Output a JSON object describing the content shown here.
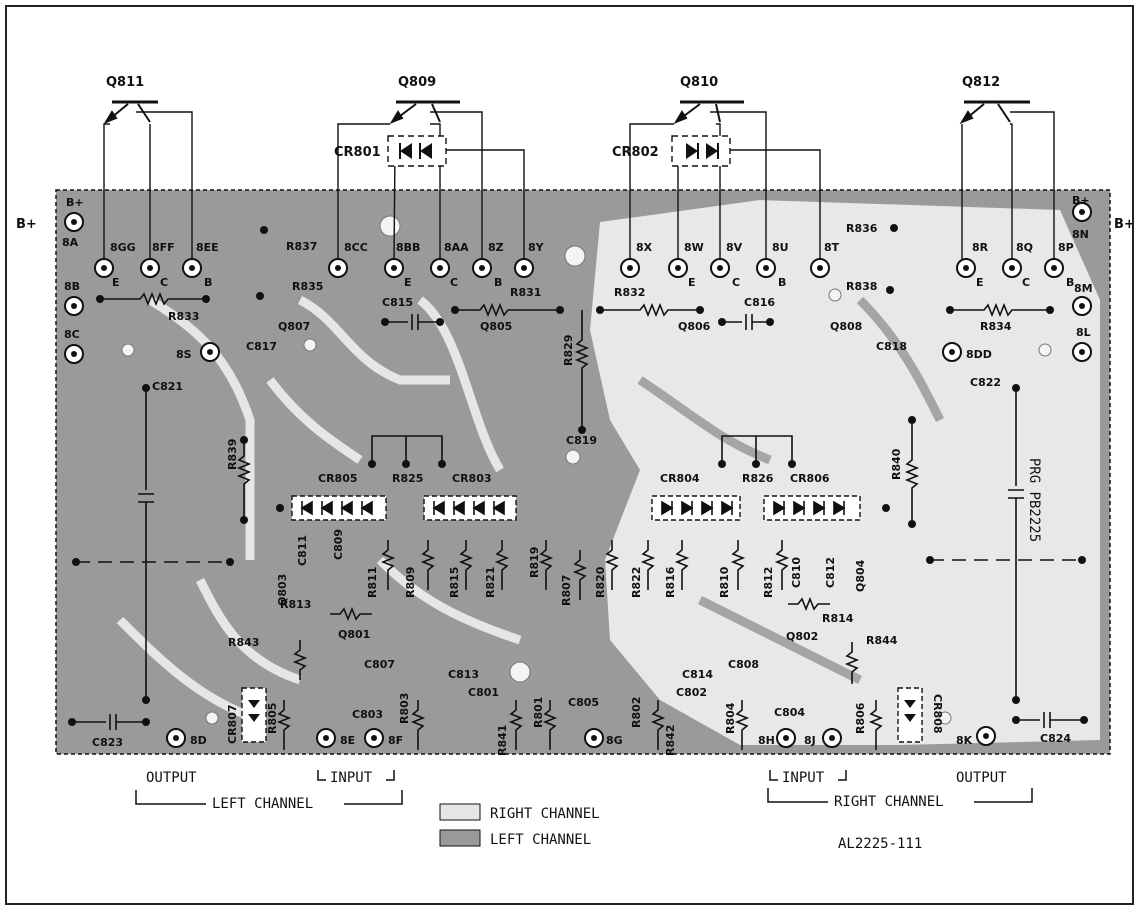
{
  "colors": {
    "board": "#9a9a9a",
    "right_channel": "#e6e6e6",
    "left_channel": "#9a9a9a",
    "ink": "#111111",
    "paper": "#ffffff"
  },
  "supply": {
    "left_bplus": "B+",
    "right_bplus": "B+",
    "pad_left_top": "B+",
    "pad_right_top": "B+"
  },
  "transistors": {
    "q811": "Q811",
    "q809": "Q809",
    "q810": "Q810",
    "q812": "Q812",
    "q807": "Q807",
    "q805": "Q805",
    "q806": "Q806",
    "q808": "Q808",
    "q803": "Q803",
    "q804": "Q804",
    "q801": "Q801",
    "q802": "Q802"
  },
  "diodes": {
    "cr801": "CR801",
    "cr802": "CR802",
    "cr803": "CR803",
    "cr804": "CR804",
    "cr805": "CR805",
    "cr806": "CR806",
    "cr807": "CR807",
    "cr808": "CR808"
  },
  "terminals": {
    "t8a": "8A",
    "t8b": "8B",
    "t8c": "8C",
    "t8gg": "8GG",
    "t8ff": "8FF",
    "t8ee": "8EE",
    "t8cc": "8CC",
    "t8bb": "8BB",
    "t8aa": "8AA",
    "t8z": "8Z",
    "t8y": "8Y",
    "t8x": "8X",
    "t8w": "8W",
    "t8v": "8V",
    "t8u": "8U",
    "t8t": "8T",
    "t8r": "8R",
    "t8q": "8Q",
    "t8p": "8P",
    "t8n": "8N",
    "t8m": "8M",
    "t8l": "8L",
    "t8s": "8S",
    "t8dd": "8DD",
    "t8d": "8D",
    "t8e": "8E",
    "t8f": "8F",
    "t8g": "8G",
    "t8h": "8H",
    "t8j": "8J",
    "t8k": "8K"
  },
  "resistors": {
    "r837": "R837",
    "r835": "R835",
    "r833": "R833",
    "r831": "R831",
    "r832": "R832",
    "r836": "R836",
    "r838": "R838",
    "r834": "R834",
    "r829": "R829",
    "r839": "R839",
    "r825": "R825",
    "r826": "R826",
    "r840": "R840",
    "r813": "R813",
    "r843": "R843",
    "r811": "R811",
    "r809": "R809",
    "r815": "R815",
    "r821": "R821",
    "r819": "R819",
    "r807": "R807",
    "r820": "R820",
    "r822": "R822",
    "r816": "R816",
    "r810": "R810",
    "r812": "R812",
    "r814": "R814",
    "r844": "R844",
    "r805": "R805",
    "r803": "R803",
    "r841": "R841",
    "r801": "R801",
    "r802": "R802",
    "r842": "R842",
    "r804": "R804",
    "r806": "R806"
  },
  "capacitors": {
    "c815": "C815",
    "c816": "C816",
    "c817": "C817",
    "c818": "C818",
    "c821": "C821",
    "c822": "C822",
    "c819": "C819",
    "c811": "C811",
    "c809": "C809",
    "c810": "C810",
    "c812": "C812",
    "c807": "C807",
    "c808": "C808",
    "c813": "C813",
    "c814": "C814",
    "c803": "C803",
    "c804": "C804",
    "c801": "C801",
    "c802": "C802",
    "c805": "C805",
    "c823": "C823",
    "c824": "C824"
  },
  "pins": {
    "e": "E",
    "b": "B",
    "c": "C",
    "plus": "+"
  },
  "bottom": {
    "output_left": "OUTPUT",
    "input_left": "INPUT",
    "left_channel": "LEFT CHANNEL",
    "input_right": "INPUT",
    "output_right": "OUTPUT",
    "right_channel": "RIGHT CHANNEL"
  },
  "legend": {
    "right": "RIGHT CHANNEL",
    "left": "LEFT CHANNEL"
  },
  "drawing_number": "AL2225-111",
  "board_marking": "PRG PB2225"
}
